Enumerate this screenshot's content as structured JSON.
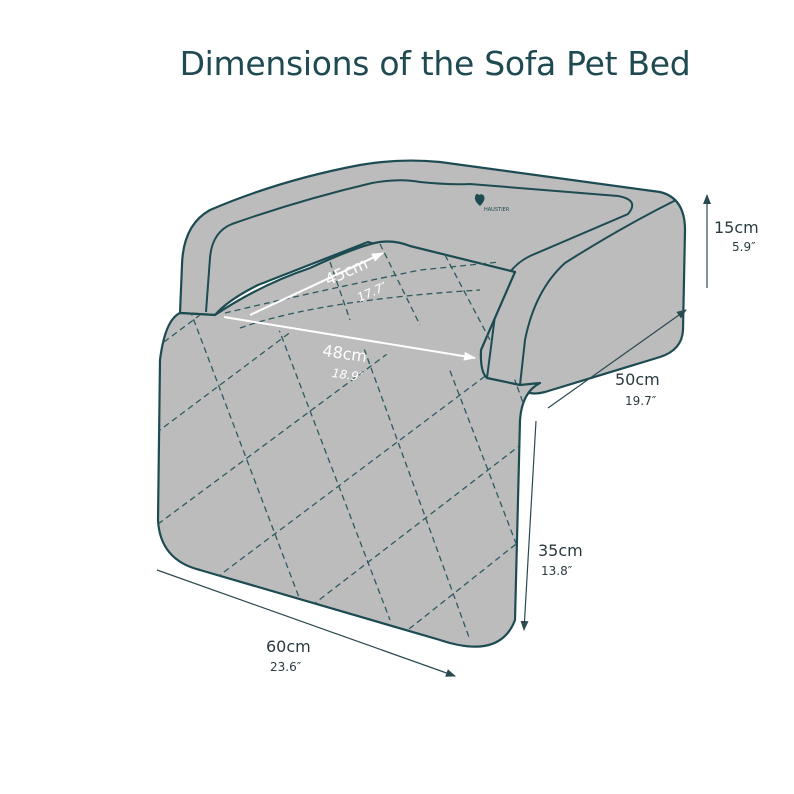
{
  "title": "Dimensions of the Sofa Pet Bed",
  "brand_logo": {
    "icon": "cat-heart-logo-icon",
    "text": "HAUSTIER"
  },
  "colors": {
    "outline": "#1d4b52",
    "fill": "#bcbcbc",
    "stitch": "#2c5a60",
    "arrow_dark": "#2a4a50",
    "arrow_light": "#ffffff",
    "text": "#2a3b40",
    "title": "#1f4a52"
  },
  "dimensions": {
    "height_back": {
      "cm": "15cm",
      "inch": "5.9″"
    },
    "depth": {
      "cm": "50cm",
      "inch": "19.7″"
    },
    "flap_length": {
      "cm": "35cm",
      "inch": "13.8″"
    },
    "width": {
      "cm": "60cm",
      "inch": "23.6″"
    },
    "inner_depth": {
      "cm": "45cm",
      "inch": "17.7″"
    },
    "inner_width": {
      "cm": "48cm",
      "inch": "18.9″"
    }
  }
}
